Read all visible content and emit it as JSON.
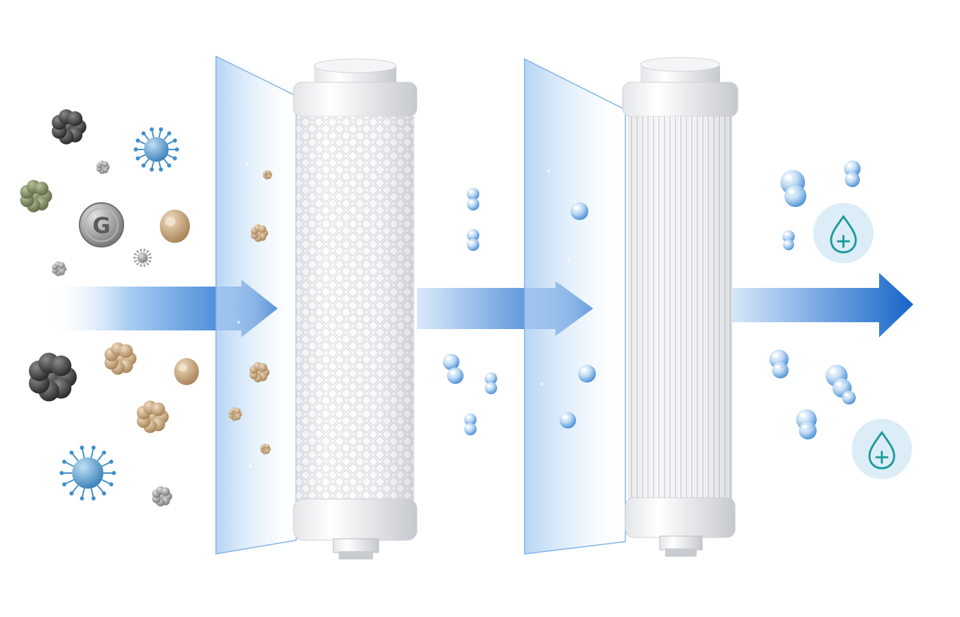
{
  "diagram": {
    "stages": [
      {
        "name": "contaminants",
        "items": [
          "particle-cluster",
          "virus",
          "heavy-metal-chip",
          "sediment-grain"
        ]
      },
      {
        "name": "screen-filter"
      },
      {
        "name": "carbon-block-cartridge",
        "texture": "mesh"
      },
      {
        "name": "screen-filter"
      },
      {
        "name": "pleated-cartridge",
        "texture": "pleats"
      },
      {
        "name": "clean-water",
        "items": [
          "water-bubble",
          "water-drop-plus-badge"
        ]
      }
    ],
    "flow_direction": "left-to-right",
    "metal_chip_glyph": "G",
    "icons": [
      "water-drop-plus-icon",
      "virus-icon",
      "particle-cluster-icon",
      "water-bubble-icon",
      "arrow-right-icon"
    ],
    "colors": {
      "arrow": "#1565c8",
      "arrow_light": "#dbeafb",
      "panel": "#bfdcf7",
      "panel_edge": "#7fb2e8",
      "cartridge": "#f4f5f6",
      "cartridge_shadow": "#c9ccd1",
      "virus": "#3f8fc9",
      "soot": "#3d3d3d",
      "grey": "#8a8a8a",
      "olive": "#7c8a5c",
      "tan": "#c9a57b",
      "drop_badge_bg": "#dcedf8",
      "drop_badge_icon": "#1d9a9a"
    }
  }
}
